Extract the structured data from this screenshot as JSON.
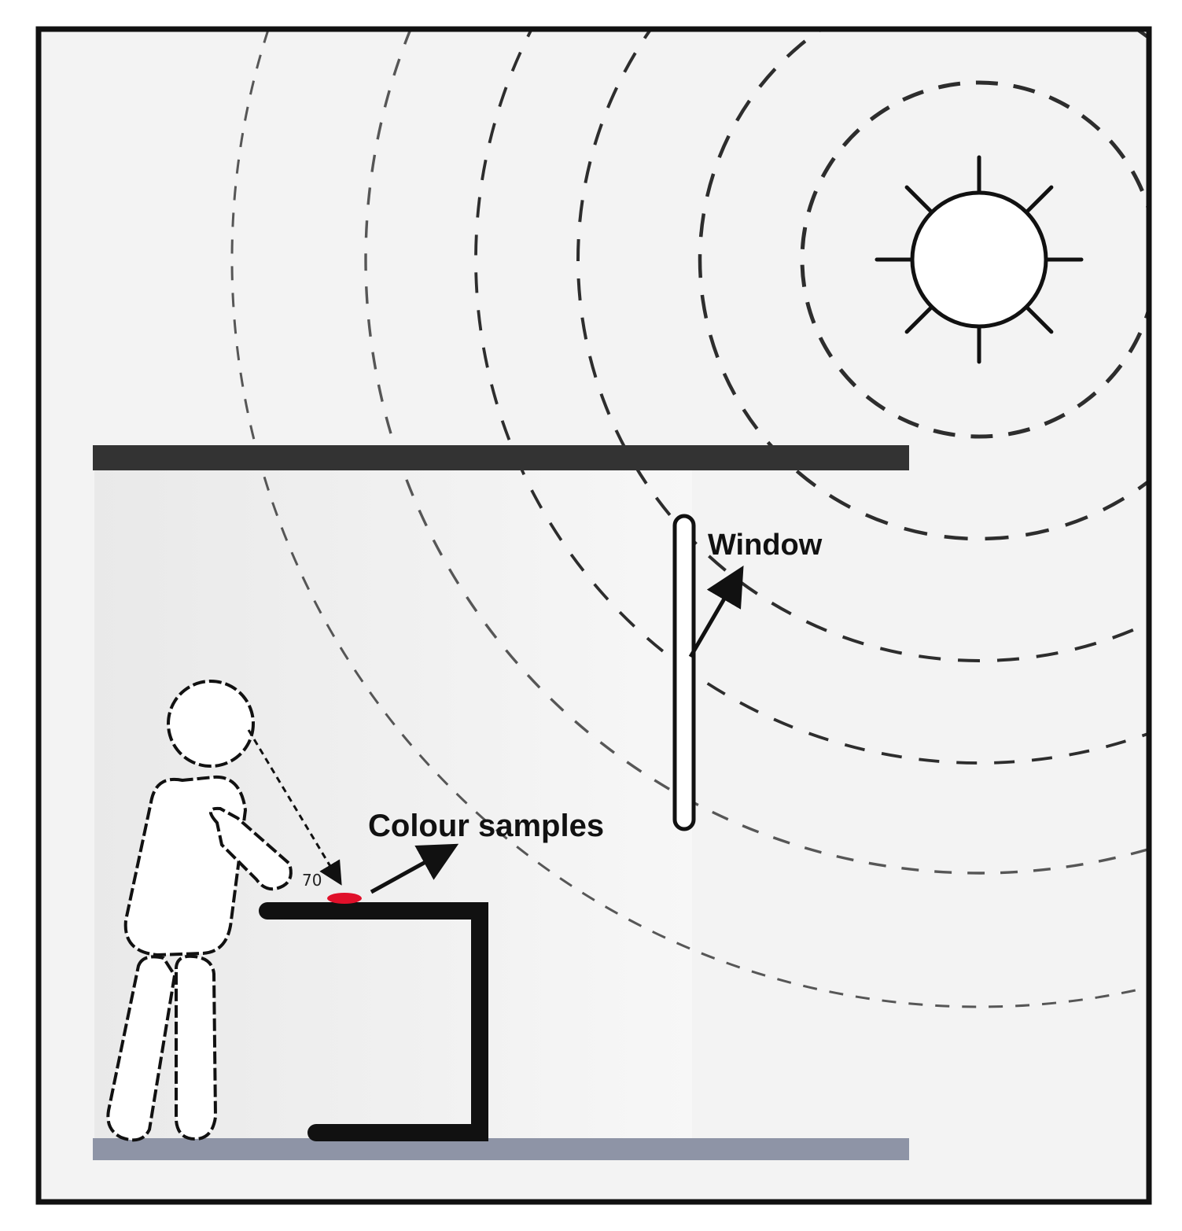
{
  "labels": {
    "window": "Window",
    "colour_samples": "Colour samples",
    "viewing_angle": "70"
  },
  "icons": {
    "light_source": "sun-icon",
    "observer": "person-figure"
  },
  "colors": {
    "frame": "#111111",
    "background": "#f2f2f2",
    "ceiling": "#333333",
    "floor": "#8e94a6",
    "sample": "#e0102a",
    "waves": "#222222"
  }
}
